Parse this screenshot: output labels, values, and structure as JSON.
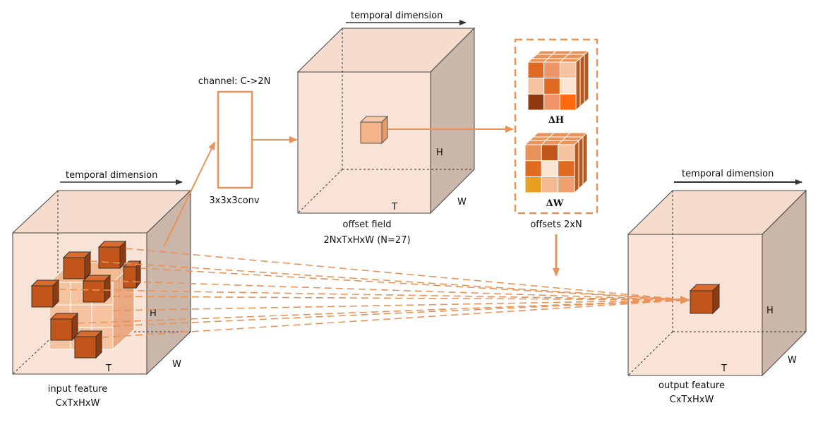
{
  "input": {
    "label": "input feature",
    "shape": "CxTxHxW",
    "temporal": "temporal dimension",
    "t": "T",
    "h": "H",
    "w": "W"
  },
  "conv": {
    "channel": "channel: C->2N",
    "kernel": "3x3x3conv"
  },
  "offset_field": {
    "label": "offset field",
    "shape": "2NxTxHxW  (N=27)",
    "temporal": "temporal dimension",
    "t": "T",
    "h": "H",
    "w": "W"
  },
  "offsets": {
    "dh": "ΔH",
    "dw": "ΔW",
    "label": "offsets 2xN"
  },
  "output": {
    "label": "output feature",
    "shape": "CxTxHxW",
    "temporal": "temporal dimension",
    "t": "T",
    "h": "H",
    "w": "W"
  },
  "colors": {
    "cube_fill": "#f9e3d6",
    "cube_side": "#cbb6aa",
    "orange": "#e8935a",
    "dark_orange": "#c2561a",
    "arrow_dark": "#333333"
  }
}
